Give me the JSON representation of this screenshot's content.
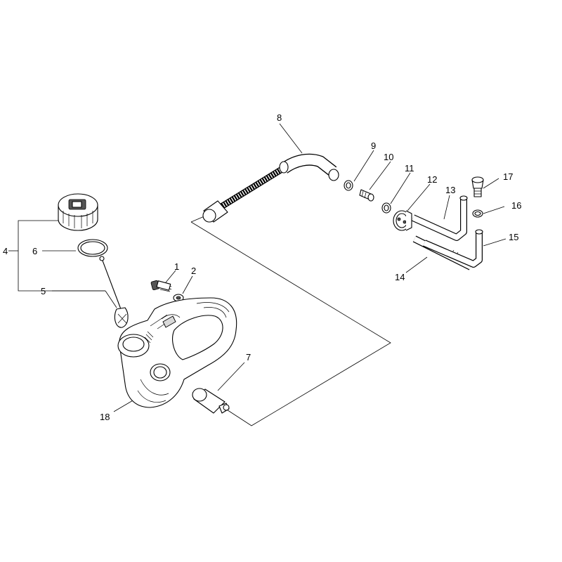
{
  "labels": {
    "p1": "1",
    "p2": "2",
    "p4": "4",
    "p5": "5",
    "p6": "6",
    "p7": "7",
    "p8": "8",
    "p9": "9",
    "p10": "10",
    "p11": "11",
    "p12": "12",
    "p13": "13",
    "p14": "14",
    "p15": "15",
    "p16": "16",
    "p17": "17",
    "p18": "18"
  }
}
